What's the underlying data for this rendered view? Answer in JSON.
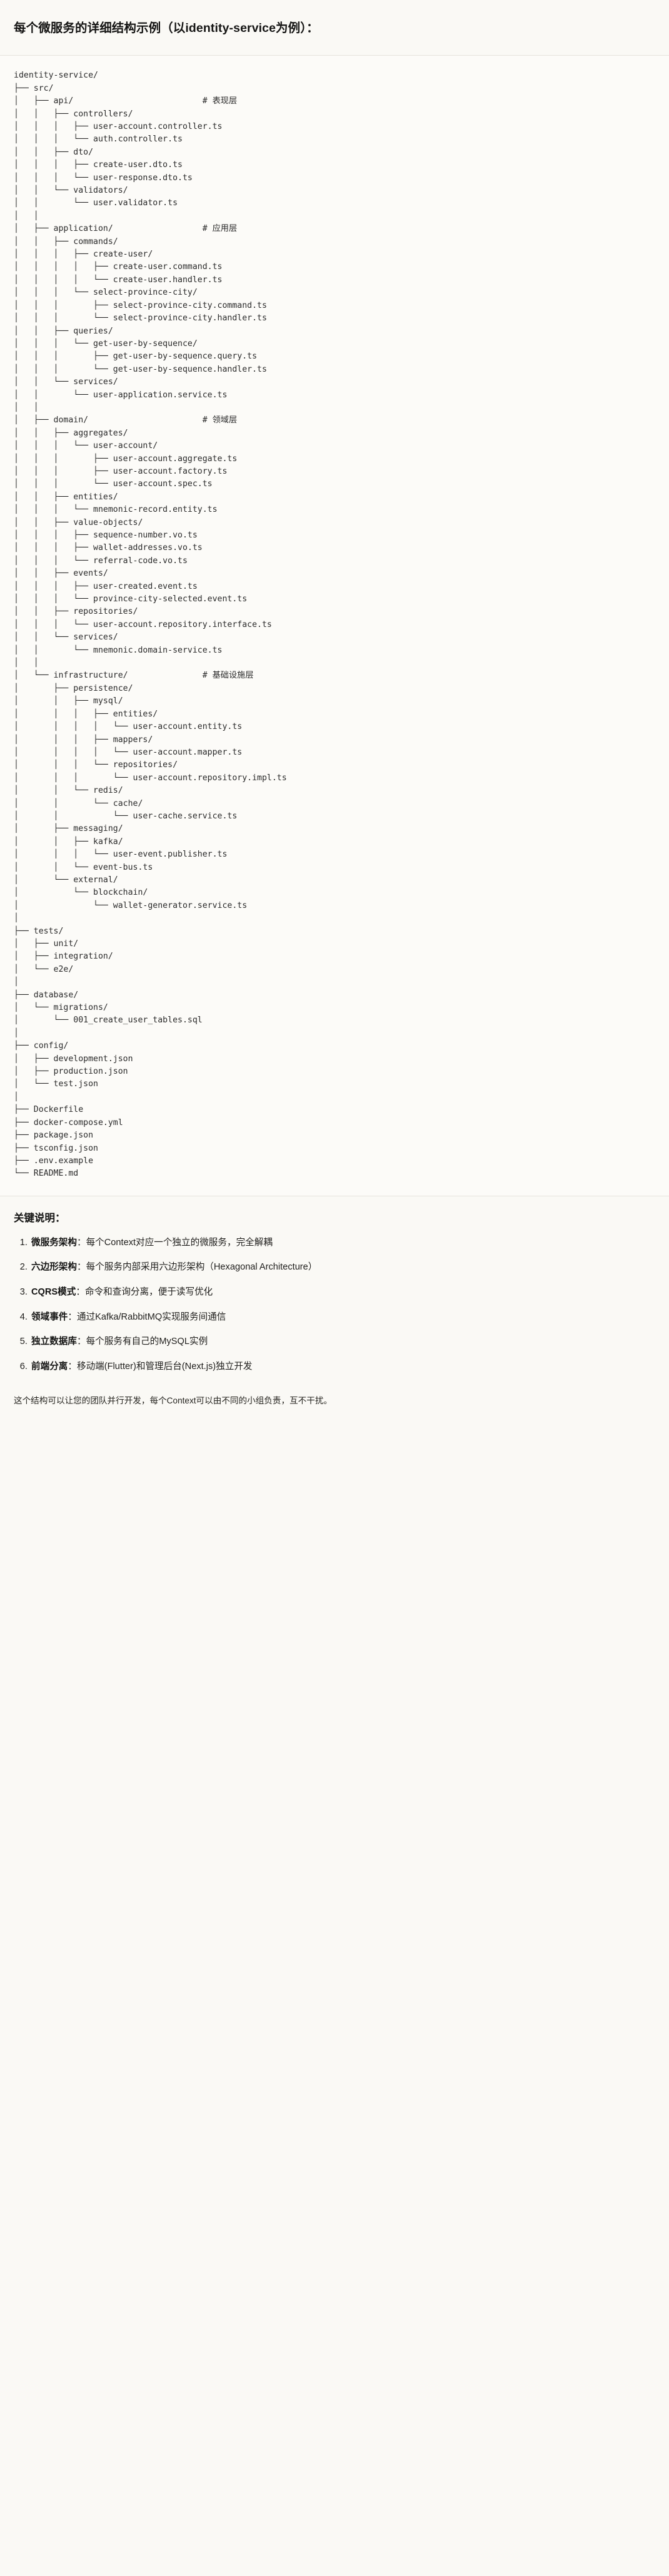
{
  "title": "每个微服务的详细结构示例（以identity-service为例）：",
  "tree": {
    "root": "identity-service/",
    "lines": [
      "identity-service/",
      "├── src/",
      "│   ├── api/                          # 表现层",
      "│   │   ├── controllers/",
      "│   │   │   ├── user-account.controller.ts",
      "│   │   │   └── auth.controller.ts",
      "│   │   ├── dto/",
      "│   │   │   ├── create-user.dto.ts",
      "│   │   │   └── user-response.dto.ts",
      "│   │   └── validators/",
      "│   │       └── user.validator.ts",
      "│   │",
      "│   ├── application/                  # 应用层",
      "│   │   ├── commands/",
      "│   │   │   ├── create-user/",
      "│   │   │   │   ├── create-user.command.ts",
      "│   │   │   │   └── create-user.handler.ts",
      "│   │   │   └── select-province-city/",
      "│   │   │       ├── select-province-city.command.ts",
      "│   │   │       └── select-province-city.handler.ts",
      "│   │   ├── queries/",
      "│   │   │   └── get-user-by-sequence/",
      "│   │   │       ├── get-user-by-sequence.query.ts",
      "│   │   │       └── get-user-by-sequence.handler.ts",
      "│   │   └── services/",
      "│   │       └── user-application.service.ts",
      "│   │",
      "│   ├── domain/                       # 领域层",
      "│   │   ├── aggregates/",
      "│   │   │   └── user-account/",
      "│   │   │       ├── user-account.aggregate.ts",
      "│   │   │       ├── user-account.factory.ts",
      "│   │   │       └── user-account.spec.ts",
      "│   │   ├── entities/",
      "│   │   │   └── mnemonic-record.entity.ts",
      "│   │   ├── value-objects/",
      "│   │   │   ├── sequence-number.vo.ts",
      "│   │   │   ├── wallet-addresses.vo.ts",
      "│   │   │   └── referral-code.vo.ts",
      "│   │   ├── events/",
      "│   │   │   ├── user-created.event.ts",
      "│   │   │   └── province-city-selected.event.ts",
      "│   │   ├── repositories/",
      "│   │   │   └── user-account.repository.interface.ts",
      "│   │   └── services/",
      "│   │       └── mnemonic.domain-service.ts",
      "│   │",
      "│   └── infrastructure/               # 基础设施层",
      "│       ├── persistence/",
      "│       │   ├── mysql/",
      "│       │   │   ├── entities/",
      "│       │   │   │   └── user-account.entity.ts",
      "│       │   │   ├── mappers/",
      "│       │   │   │   └── user-account.mapper.ts",
      "│       │   │   └── repositories/",
      "│       │   │       └── user-account.repository.impl.ts",
      "│       │   └── redis/",
      "│       │       └── cache/",
      "│       │           └── user-cache.service.ts",
      "│       ├── messaging/",
      "│       │   ├── kafka/",
      "│       │   │   └── user-event.publisher.ts",
      "│       │   └── event-bus.ts",
      "│       └── external/",
      "│           └── blockchain/",
      "│               └── wallet-generator.service.ts",
      "│",
      "├── tests/",
      "│   ├── unit/",
      "│   ├── integration/",
      "│   └── e2e/",
      "│",
      "├── database/",
      "│   └── migrations/",
      "│       └── 001_create_user_tables.sql",
      "│",
      "├── config/",
      "│   ├── development.json",
      "│   ├── production.json",
      "│   └── test.json",
      "│",
      "├── Dockerfile",
      "├── docker-compose.yml",
      "├── package.json",
      "├── tsconfig.json",
      "├── .env.example",
      "└── README.md"
    ]
  },
  "keypoints": {
    "heading": "关键说明：",
    "items": [
      {
        "term": "微服务架构",
        "desc": "：每个Context对应一个独立的微服务，完全解耦"
      },
      {
        "term": "六边形架构",
        "desc": "：每个服务内部采用六边形架构（Hexagonal Architecture）"
      },
      {
        "term": "CQRS模式",
        "desc": "：命令和查询分离，便于读写优化"
      },
      {
        "term": "领域事件",
        "desc": "：通过Kafka/RabbitMQ实现服务间通信"
      },
      {
        "term": "独立数据库",
        "desc": "：每个服务有自己的MySQL实例"
      },
      {
        "term": "前端分离",
        "desc": "：移动端(Flutter)和管理后台(Next.js)独立开发"
      }
    ],
    "footer": "这个结构可以让您的团队并行开发，每个Context可以由不同的小组负责，互不干扰。"
  },
  "colors": {
    "page_bg": "#faf9f5",
    "code_bg": "#fcfbf8",
    "divider": "#e6e4dd",
    "text": "#141413",
    "code_text": "#2b2b2b"
  }
}
